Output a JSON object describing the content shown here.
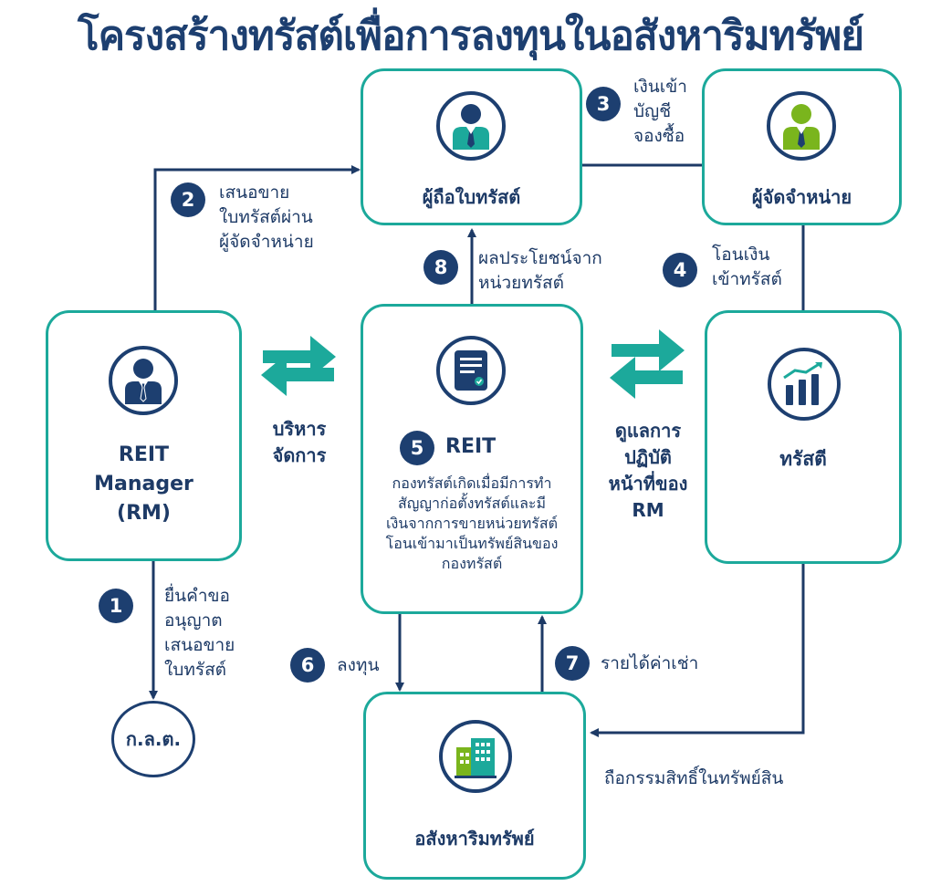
{
  "title": "โครงสร้างทรัสต์เพื่อการลงทุนในอสังหาริมทรัพย์",
  "nodes": {
    "unitholder": "ผู้ถือใบทรัสต์",
    "distributor": "ผู้จัดจำหน่าย",
    "reit_manager": "REIT\nManager\n(RM)",
    "reit": "REIT",
    "reit_desc": "กองทรัสต์เกิดเมื่อมีการทำ\nสัญญาก่อตั้งทรัสต์และมี\nเงินจากการขายหน่วยทรัสต์\nโอนเข้ามาเป็นทรัพย์สินของ\nกองทรัสต์",
    "trustee": "ทรัสตี",
    "sec": "ก.ล.ต.",
    "real_estate": "อสังหาริมทรัพย์"
  },
  "steps": [
    {
      "num": "1",
      "text": "ยื่นคำขอ\nอนุญาต\nเสนอขาย\nใบทรัสต์"
    },
    {
      "num": "2",
      "text": "เสนอขาย\nใบทรัสต์ผ่าน\nผู้จัดจำหน่าย"
    },
    {
      "num": "3",
      "text": "เงินเข้า\nบัญชี\nจองซื้อ"
    },
    {
      "num": "4",
      "text": "โอนเงิน\nเข้าทรัสต์"
    },
    {
      "num": "5",
      "text": "REIT"
    },
    {
      "num": "6",
      "text": "ลงทุน"
    },
    {
      "num": "7",
      "text": "รายได้ค่าเช่า"
    },
    {
      "num": "8",
      "text": "ผลประโยชน์จาก\nหน่วยทรัสต์"
    }
  ],
  "relations": {
    "manage": "บริหาร\nจัดการ",
    "oversee": "ดูแลการ\nปฏิบัติ\nหน้าที่ของ\nRM",
    "ownership": "ถือกรรมสิทธิ์ในทรัพย์สิน"
  },
  "colors": {
    "navy": "#1d3f70",
    "teal": "#1ca99b",
    "green": "#7ab51d",
    "accent_icon": "#1ca99b"
  }
}
